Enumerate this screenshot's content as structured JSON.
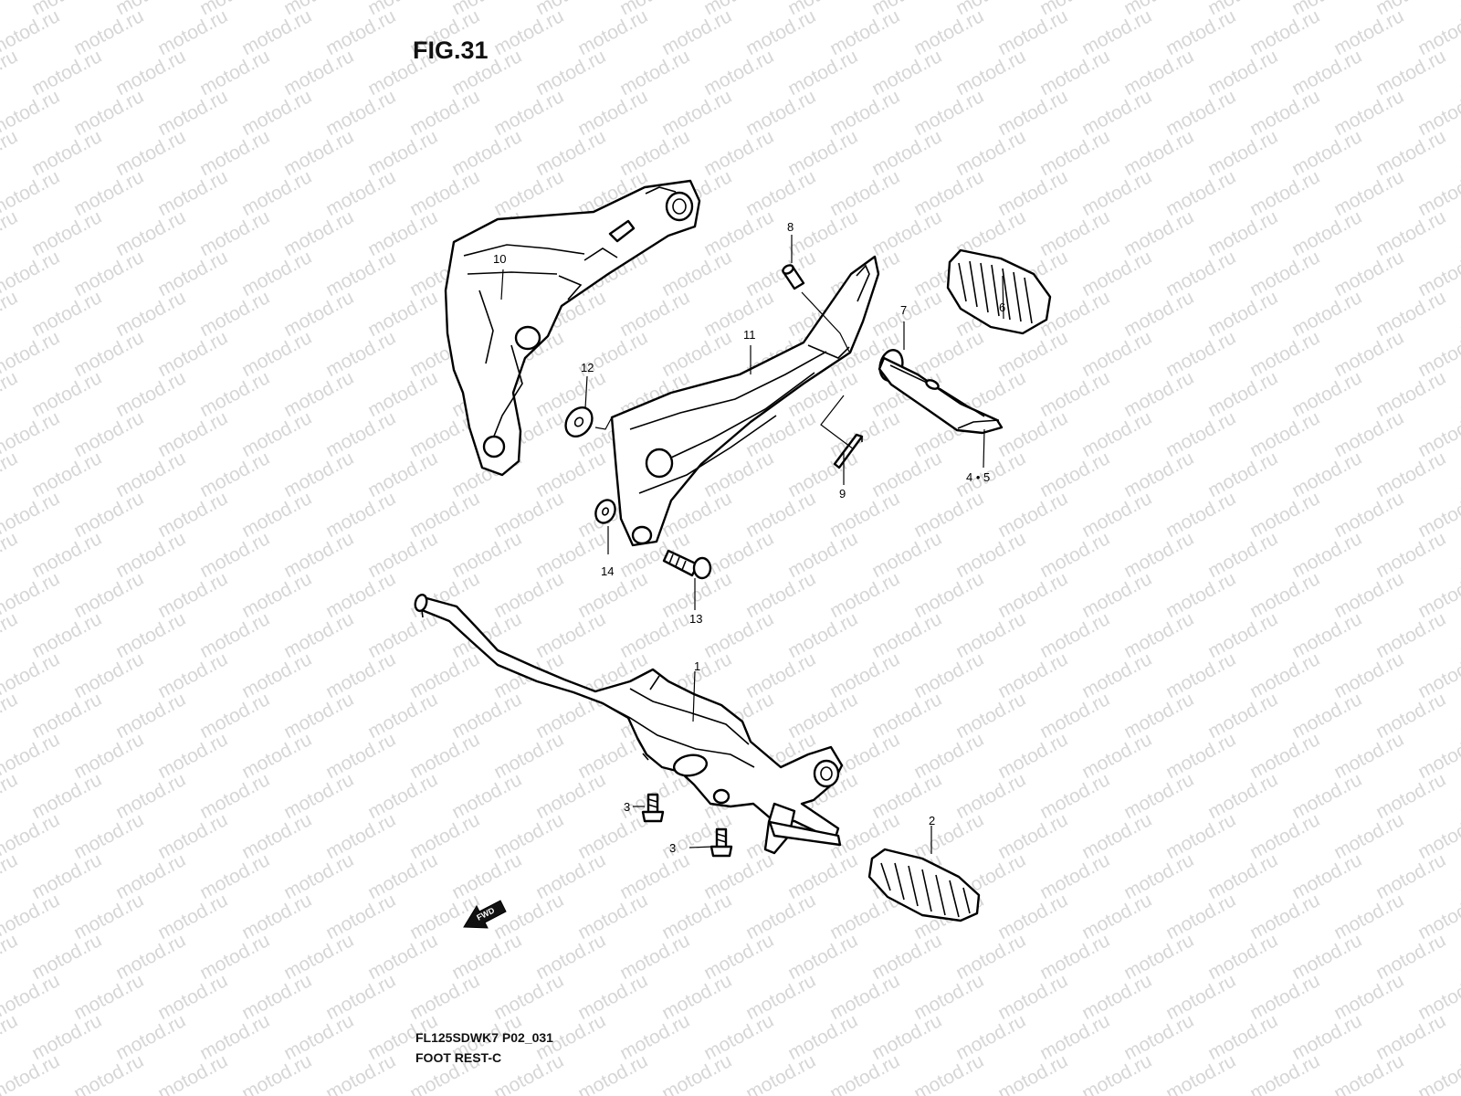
{
  "figure": {
    "title": "FIG.31",
    "code": "FL125SDWK7 P02_031",
    "caption": "FOOT REST-C",
    "watermark": "motod.ru",
    "fwd_arrow": "FWD"
  },
  "callouts": [
    {
      "id": "1",
      "part": "foot-rest-bar"
    },
    {
      "id": "2",
      "part": "front-footrest-rubber"
    },
    {
      "id": "3",
      "part": "bolt"
    },
    {
      "id": "3",
      "part": "bolt"
    },
    {
      "id": "4 • 5",
      "part": "footrest-assy"
    },
    {
      "id": "6",
      "part": "rear-footrest-rubber"
    },
    {
      "id": "7",
      "part": "washer"
    },
    {
      "id": "8",
      "part": "pin"
    },
    {
      "id": "9",
      "part": "cotter-pin"
    },
    {
      "id": "10",
      "part": "left-bracket"
    },
    {
      "id": "11",
      "part": "right-bracket"
    },
    {
      "id": "12",
      "part": "washer"
    },
    {
      "id": "13",
      "part": "bolt"
    },
    {
      "id": "14",
      "part": "washer"
    }
  ]
}
